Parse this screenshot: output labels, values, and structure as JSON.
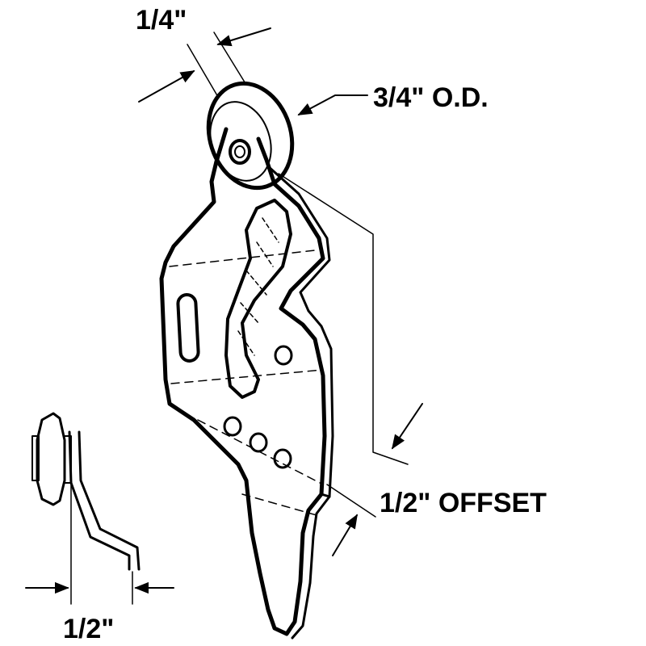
{
  "labels": {
    "wheel_width": "1/4\"",
    "wheel_od": "3/4\" O.D.",
    "offset": "1/2\" OFFSET",
    "side_offset": "1/2\""
  },
  "colors": {
    "ink": "#000000",
    "background": "#ffffff"
  }
}
